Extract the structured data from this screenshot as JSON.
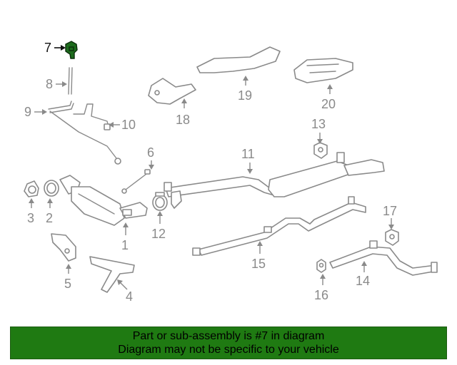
{
  "diagram": {
    "highlighted_part": "7",
    "callouts": [
      {
        "id": "c1",
        "number": "1"
      },
      {
        "id": "c2",
        "number": "2"
      },
      {
        "id": "c3",
        "number": "3"
      },
      {
        "id": "c4",
        "number": "4"
      },
      {
        "id": "c5",
        "number": "5"
      },
      {
        "id": "c6",
        "number": "6"
      },
      {
        "id": "c7",
        "number": "7"
      },
      {
        "id": "c8",
        "number": "8"
      },
      {
        "id": "c9",
        "number": "9"
      },
      {
        "id": "c10",
        "number": "10"
      },
      {
        "id": "c11",
        "number": "11"
      },
      {
        "id": "c12",
        "number": "12"
      },
      {
        "id": "c13",
        "number": "13"
      },
      {
        "id": "c14",
        "number": "14"
      },
      {
        "id": "c15",
        "number": "15"
      },
      {
        "id": "c16",
        "number": "16"
      },
      {
        "id": "c17",
        "number": "17"
      },
      {
        "id": "c18",
        "number": "18"
      },
      {
        "id": "c19",
        "number": "19"
      },
      {
        "id": "c20",
        "number": "20"
      }
    ],
    "colors": {
      "line": "#8a8a8a",
      "highlight_fill": "#1c6b1c",
      "label_dark": "#111111"
    }
  },
  "banner": {
    "line1": "Part or sub-assembly is #7 in diagram",
    "line2": "Diagram may not be specific to your vehicle",
    "background": "#1f7a12"
  }
}
